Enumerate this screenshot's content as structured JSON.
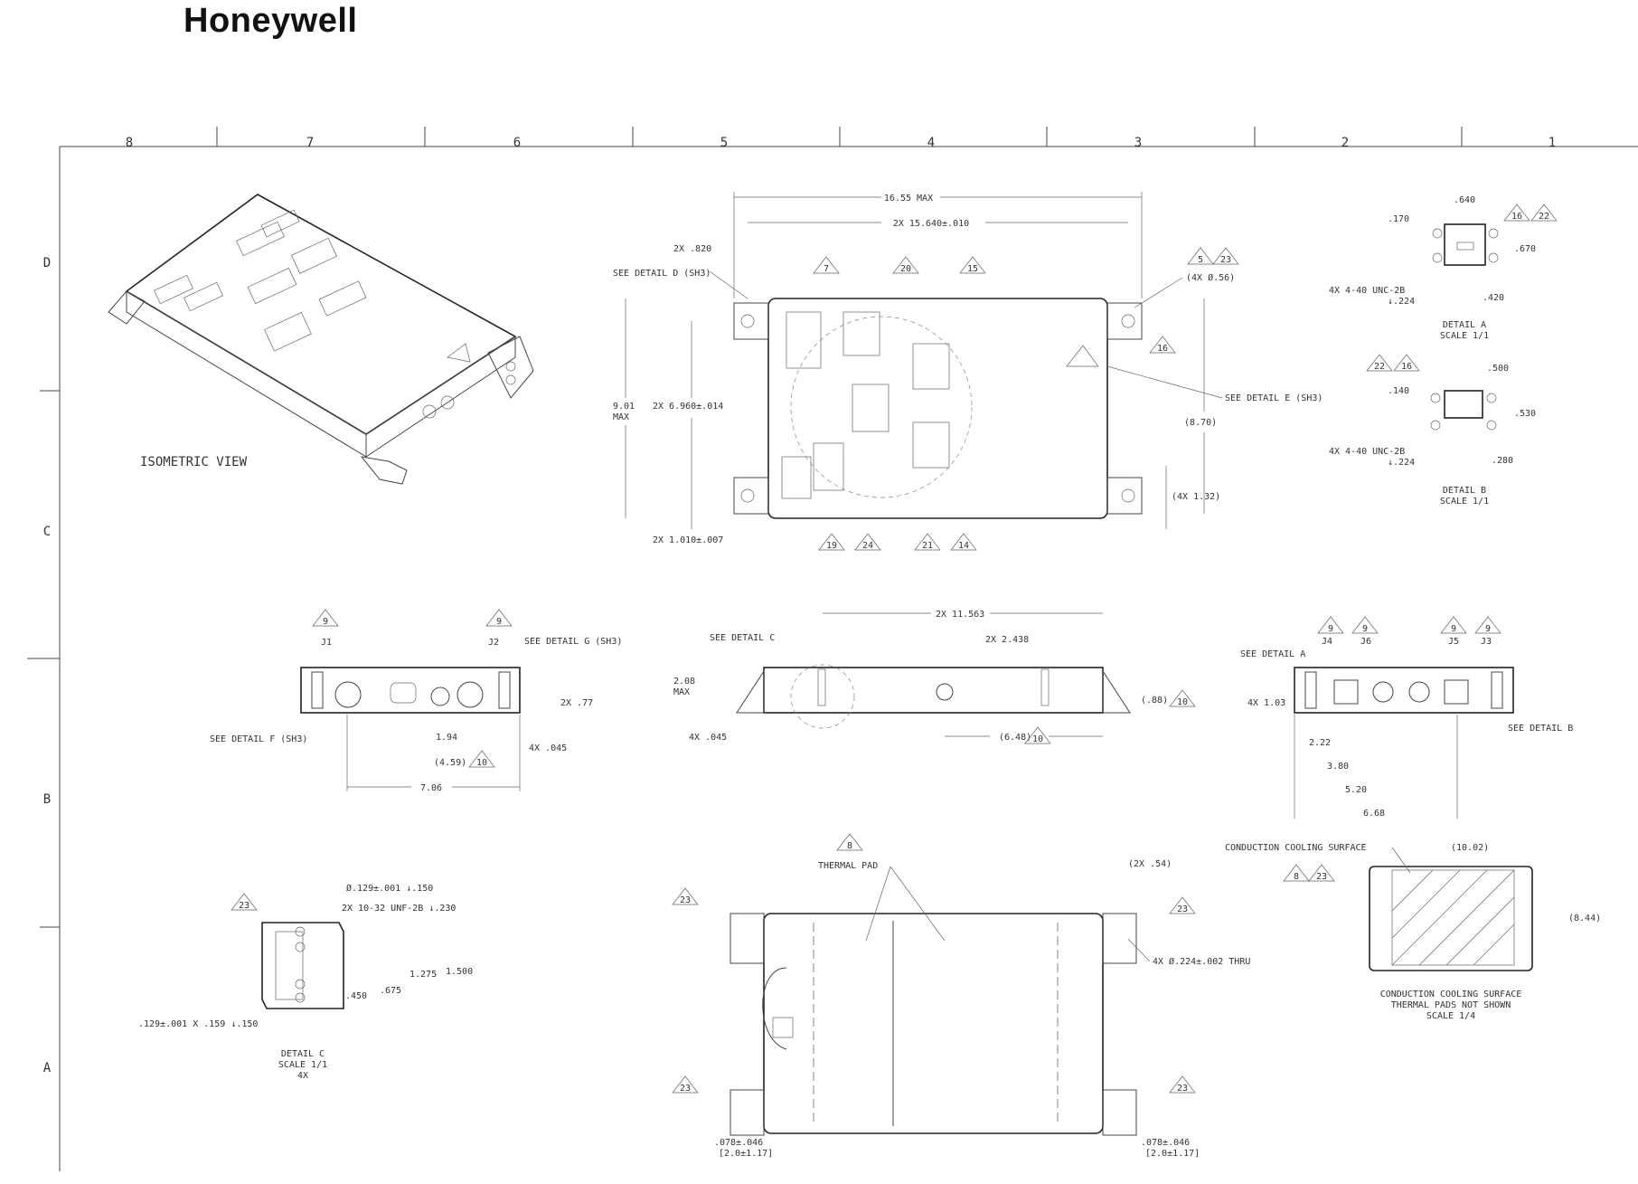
{
  "brand": "Honeywell",
  "zones": {
    "cols": [
      "8",
      "7",
      "6",
      "5",
      "4",
      "3",
      "2",
      "1"
    ],
    "rows": [
      "D",
      "C",
      "B",
      "A"
    ]
  },
  "views": {
    "isometric": "ISOMETRIC VIEW",
    "detail_a": {
      "title": "DETAIL A",
      "scale": "SCALE 1/1",
      "dims": [
        ".640",
        ".170",
        ".670",
        ".420",
        "4X 4-40 UNC-2B",
        "↓.224"
      ],
      "callouts": [
        "16",
        "22"
      ]
    },
    "detail_b": {
      "title": "DETAIL B",
      "scale": "SCALE 1/1",
      "dims": [
        ".500",
        ".140",
        ".530",
        ".280",
        "4X 4-40 UNC-2B",
        "↓.224"
      ],
      "callouts": [
        "22",
        "16"
      ]
    },
    "detail_c": {
      "title": "DETAIL C",
      "scale": "SCALE 1/1",
      "qty": "4X",
      "dims": [
        "Ø.129±.001 ↓.150",
        "2X 10-32 UNF-2B ↓.230",
        "1.275",
        "1.500",
        ".450",
        ".675",
        ".129±.001 X .159 ↓.150"
      ],
      "callouts": [
        "23"
      ]
    },
    "cooling": {
      "label": "CONDUCTION COOLING SURFACE",
      "title": "CONDUCTION COOLING SURFACE",
      "note": "THERMAL PADS NOT SHOWN",
      "scale": "SCALE 1/4",
      "dims": [
        "(10.02)",
        "(8.44)"
      ],
      "callouts": [
        "8",
        "23"
      ]
    }
  },
  "top_view": {
    "dims": [
      "16.55 MAX",
      "2X 15.640±.010",
      "2X .820",
      "SEE DETAIL D (SH3)",
      "(4X Ø.56)",
      "SEE DETAIL E (SH3)",
      "(8.70)",
      "(4X 1.32)",
      "9.01",
      "MAX",
      "2X 6.960±.014",
      "2X 1.010±.007"
    ],
    "callouts": [
      "7",
      "20",
      "15",
      "5",
      "23",
      "16",
      "19",
      "24",
      "21",
      "14"
    ]
  },
  "front_view": {
    "dims": [
      "J1",
      "J2",
      "SEE DETAIL G (SH3)",
      "SEE DETAIL F (SH3)",
      "2X .77",
      "1.94",
      "(4.59)",
      "4X .045",
      "7.06"
    ],
    "callouts": [
      "9",
      "9",
      "10"
    ]
  },
  "side_view": {
    "dims": [
      "2X 11.563",
      "SEE DETAIL C",
      "2X 2.438",
      "2.08",
      "MAX",
      "4X .045",
      "(.88)",
      "(6.48)"
    ],
    "callouts": [
      "10",
      "10"
    ]
  },
  "rear_view": {
    "dims": [
      "J4",
      "J6",
      "J5",
      "J3",
      "SEE DETAIL A",
      "SEE DETAIL B",
      "4X 1.03",
      "2.22",
      "3.80",
      "5.20",
      "6.68"
    ],
    "callouts": [
      "9",
      "9",
      "9",
      "9"
    ]
  },
  "bottom_view": {
    "dims": [
      "THERMAL PAD",
      "(2X .54)",
      "4X Ø.224±.002 THRU",
      ".078±.046",
      "[2.0±1.17]",
      ".078±.046",
      "[2.0±1.17]"
    ],
    "callouts": [
      "8",
      "23",
      "23",
      "23",
      "23"
    ]
  }
}
